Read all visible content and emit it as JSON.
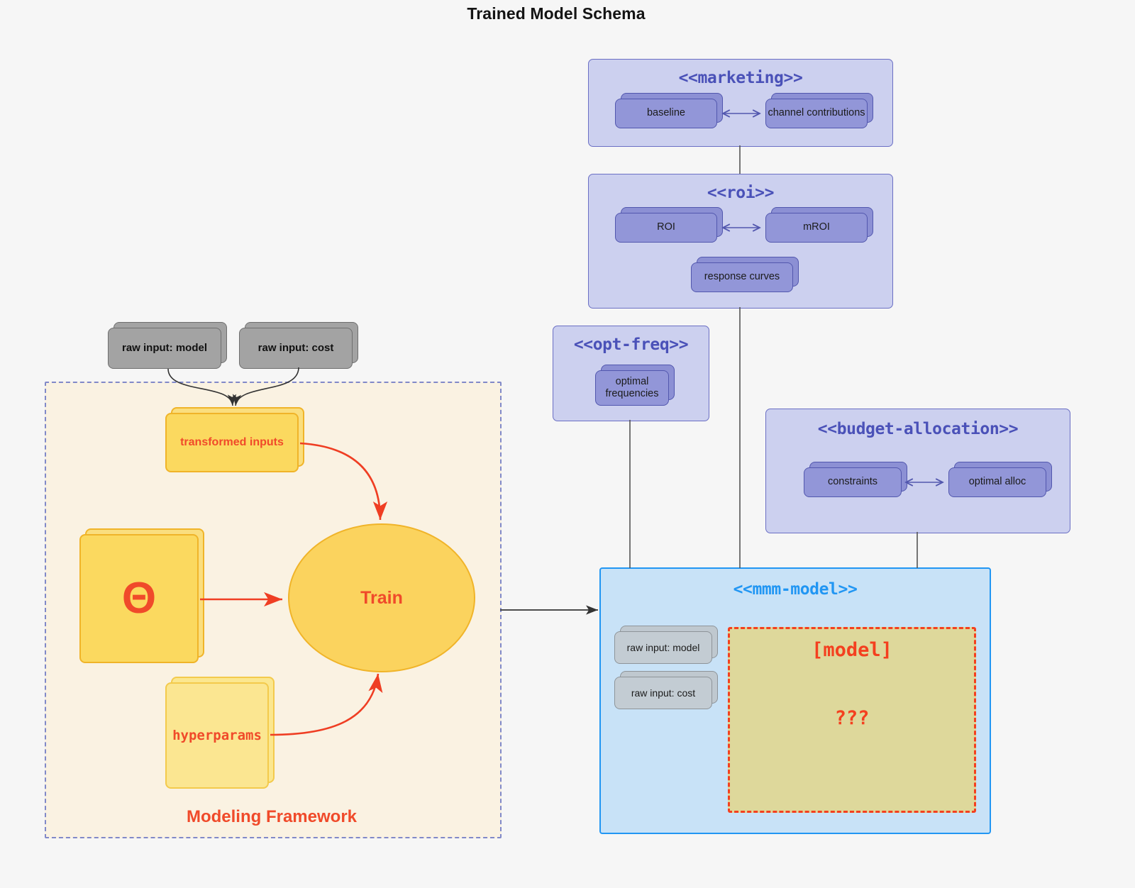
{
  "title": "Trained Model Schema",
  "colors": {
    "background": "#f6f6f6",
    "package_fill": "#ccd0ef",
    "package_border": "#6b6fc4",
    "package_title": "#4a51b8",
    "node_fill": "#9296d8",
    "node_border": "#5257ae",
    "model_pkg_fill": "#c8e2f7",
    "model_pkg_border": "#2196f3",
    "model_pkg_title": "#2196f3",
    "framework_fill": "#faf2e2",
    "framework_border": "#8189c8",
    "artifact_fill": "#fbd95f",
    "artifact_border": "#f0b429",
    "accent_red": "#f04a2a",
    "model_box_fill": "#ded89b",
    "model_box_border": "#f4401f",
    "grey_node_fill": "#a3a3a3",
    "grey_node_border": "#6f6f6f",
    "edge_grey": "#555555",
    "edge_red": "#ef3e23"
  },
  "packages": {
    "marketing": {
      "title": "<<marketing>>",
      "nodes": [
        {
          "label": "baseline"
        },
        {
          "label": "channel contributions"
        }
      ]
    },
    "roi": {
      "title": "<<roi>>",
      "nodes": [
        {
          "label": "ROI"
        },
        {
          "label": "mROI"
        },
        {
          "label": "response curves"
        }
      ]
    },
    "opt_freq": {
      "title": "<<opt-freq>>",
      "nodes": [
        {
          "label": "optimal\nfrequencies",
          "line1": "optimal",
          "line2": "frequencies"
        }
      ]
    },
    "budget_allocation": {
      "title": "<<budget-allocation>>",
      "nodes": [
        {
          "label": "constraints"
        },
        {
          "label": "optimal alloc"
        }
      ]
    },
    "mmm_model": {
      "title": "<<mmm-model>>",
      "nodes": [
        {
          "label": "raw input: model"
        },
        {
          "label": "raw input: cost"
        }
      ],
      "model_box": {
        "title": "[model]",
        "question": "???"
      }
    }
  },
  "framework": {
    "label": "Modeling Framework",
    "raw_inputs": [
      {
        "label": "raw input: model"
      },
      {
        "label": "raw input: cost"
      }
    ],
    "transformed_inputs": {
      "label": "transformed inputs"
    },
    "theta": {
      "label": "Θ"
    },
    "hyperparams": {
      "label": "hyperparams"
    },
    "train": {
      "label": "Train"
    }
  }
}
